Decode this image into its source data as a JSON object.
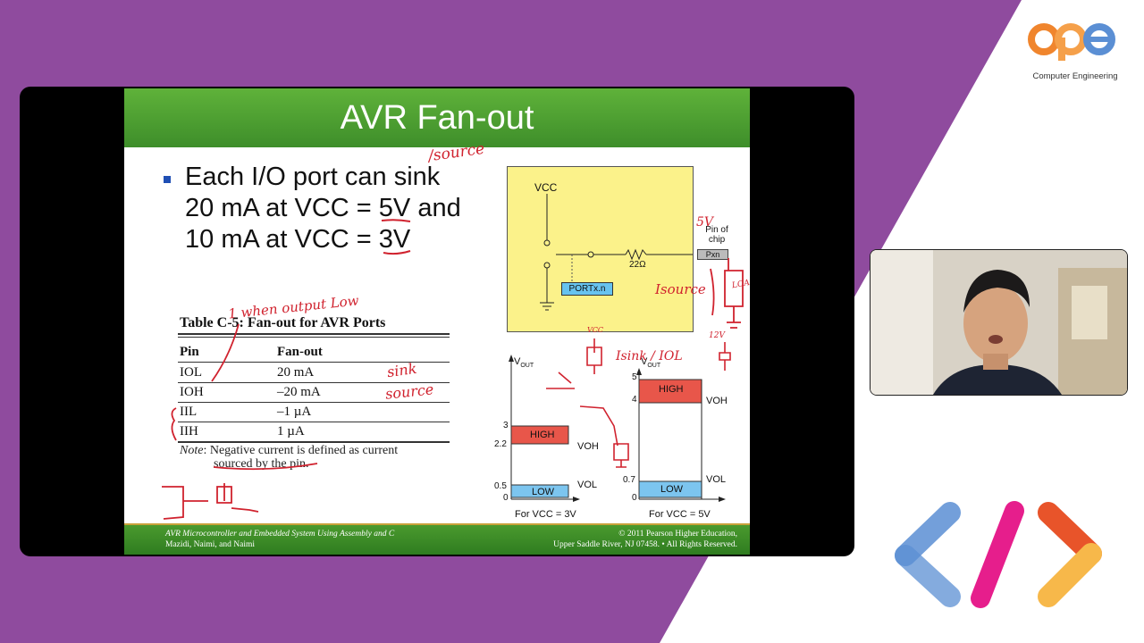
{
  "brand": {
    "logo_text": "cpe",
    "subtitle": "Computer Engineering",
    "colors": {
      "orange": "#f0852d",
      "blue": "#5b8fd4",
      "purple_bg": "#8f4b9e"
    }
  },
  "slide": {
    "title": "AVR Fan-out",
    "bullet_line1": "Each I/O port can sink",
    "bullet_line2": "20 mA at VCC = 5V and",
    "bullet_line3": "10 mA at VCC = 3V",
    "table": {
      "title": "Table C-5: Fan-out for AVR Ports",
      "headers": [
        "Pin",
        "Fan-out"
      ],
      "rows": [
        [
          "IOL",
          "20 mA"
        ],
        [
          "IOH",
          "–20 mA"
        ],
        [
          "IIL",
          "–1 µA"
        ],
        [
          "IIH",
          "1 µA"
        ]
      ],
      "note_label": "Note",
      "note_text": ": Negative current is defined as current",
      "note_text2": "sourced by the pin."
    },
    "circuit": {
      "vcc": "VCC",
      "portx": "PORTx.n",
      "resistor": "22Ω",
      "pin_label_1": "Pin of",
      "pin_label_2": "chip",
      "pxn": "Pxn"
    },
    "graph_3v": {
      "vout": "V",
      "vout_sub": "OUT",
      "ticks": [
        "3",
        "2.2",
        "0.5",
        "0"
      ],
      "high": "HIGH",
      "low": "LOW",
      "voh": "VOH",
      "vol": "VOL",
      "caption": "For VCC = 3V"
    },
    "graph_5v": {
      "vout": "V",
      "vout_sub": "OUT",
      "ticks": [
        "5",
        "4",
        "0.7",
        "0"
      ],
      "high": "HIGH",
      "low": "LOW",
      "voh": "VOH",
      "vol": "VOL",
      "caption": "For VCC = 5V"
    },
    "annotations": {
      "source_top": "/source",
      "when_output_low": "1 when output Low",
      "sink": "sink",
      "source": "source",
      "five_v": "5V",
      "isource": "Isource",
      "load": "LOAD",
      "isink_iol": "Isink / IOL",
      "twelve_v": "12V",
      "vcc_small": "VCC"
    },
    "footer": {
      "left_line1": "AVR Microcontroller and Embedded System Using Assembly and C",
      "left_line2": "Mazidi, Naimi, and Naimi",
      "right_line1": "© 2011  Pearson Higher Education,",
      "right_line2": "Upper Saddle River, NJ 07458. • All Rights Reserved."
    }
  }
}
